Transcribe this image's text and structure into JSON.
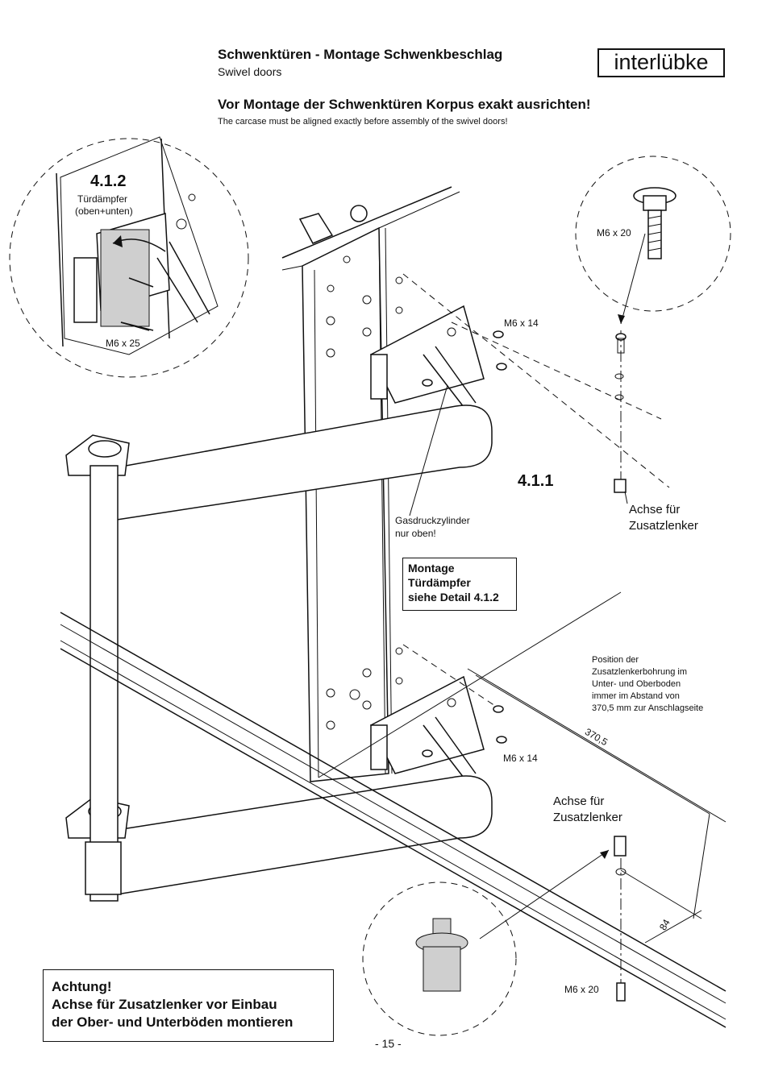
{
  "header": {
    "title": "Schwenktüren - Montage Schwenkbeschlag",
    "subtitle": "Swivel doors",
    "logo": "interlübke",
    "warning_de": "Vor Montage der Schwenktüren Korpus exakt ausrichten!",
    "warning_en": "The carcase must be aligned exactly before assembly of the swivel doors!"
  },
  "detail_412": {
    "number": "4.1.2",
    "label_line1": "Türdämpfer",
    "label_line2": "(oben+unten)",
    "screw": "M6 x 25"
  },
  "detail_screw_top": {
    "screw": "M6 x 20"
  },
  "labels": {
    "screw_upper": "M6 x 14",
    "screw_lower": "M6 x 14",
    "detail_411": "4.1.1",
    "axle_upper_line1": "Achse für",
    "axle_upper_line2": "Zusatzlenker",
    "gas_line1": "Gasdruckzylinder",
    "gas_line2": "nur oben!",
    "axle_lower_line1": "Achse für",
    "axle_lower_line2": "Zusatzlenker",
    "screw_bottom": "M6 x 20",
    "dim_370": "370,5",
    "dim_84": "84"
  },
  "montage_box": {
    "line1": "Montage",
    "line2": "Türdämpfer",
    "line3": "siehe Detail 4.1.2"
  },
  "position_note": {
    "line1": "Position der",
    "line2": "Zusatzlenkerbohrung im",
    "line3": "Unter- und Oberboden",
    "line4": "immer im Abstand von",
    "line5": "370,5 mm zur Anschlagseite"
  },
  "achtung": {
    "line1": "Achtung!",
    "line2": "Achse für Zusatzlenker vor Einbau",
    "line3": "der Ober- und Unterböden montieren"
  },
  "footer": {
    "page_number": "- 15 -"
  }
}
